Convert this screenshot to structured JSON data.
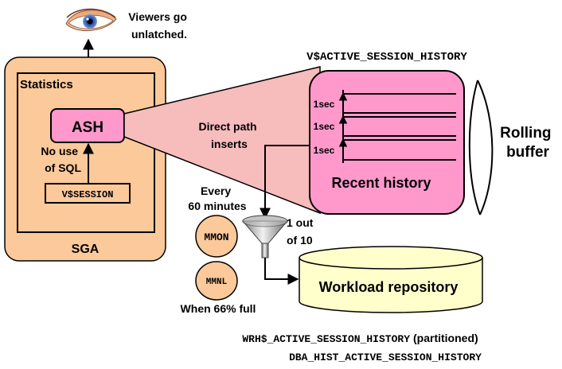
{
  "colors": {
    "sga_fill": "#fcc99a",
    "pink_fill": "#ff99cc",
    "cylinder_fill": "#ffffcc",
    "mmon_fill": "#fcc99a",
    "outline": "#000000",
    "eye_iris": "#5a78c8"
  },
  "icons": {
    "eye": "eye-icon",
    "funnel": "funnel-icon"
  },
  "labels": {
    "viewers": "Viewers go\nunlatched.",
    "statistics": "Statistics",
    "ash": "ASH",
    "no_use_sql": "No use\nof SQL",
    "vsession": "V$SESSION",
    "sga": "SGA",
    "v_ash": "V$ACTIVE_SESSION_HISTORY",
    "direct_path": "Direct path\ninserts",
    "sec1": "1sec",
    "sec2": "1sec",
    "sec3": "1sec",
    "recent_history": "Recent history",
    "rolling_buffer": "Rolling\nbuffer",
    "every_60": "Every\n60 minutes",
    "mmon": "MMON",
    "mmnl": "MMNL",
    "one_of_ten": "1 out\nof 10",
    "workload_repo": "Workload repository",
    "when_66": "When 66% full",
    "wrh_table": "WRH$_ACTIVE_SESSION_HISTORY",
    "partitioned": "(partitioned)",
    "dba_hist": "DBA_HIST_ACTIVE_SESSION_HISTORY"
  }
}
